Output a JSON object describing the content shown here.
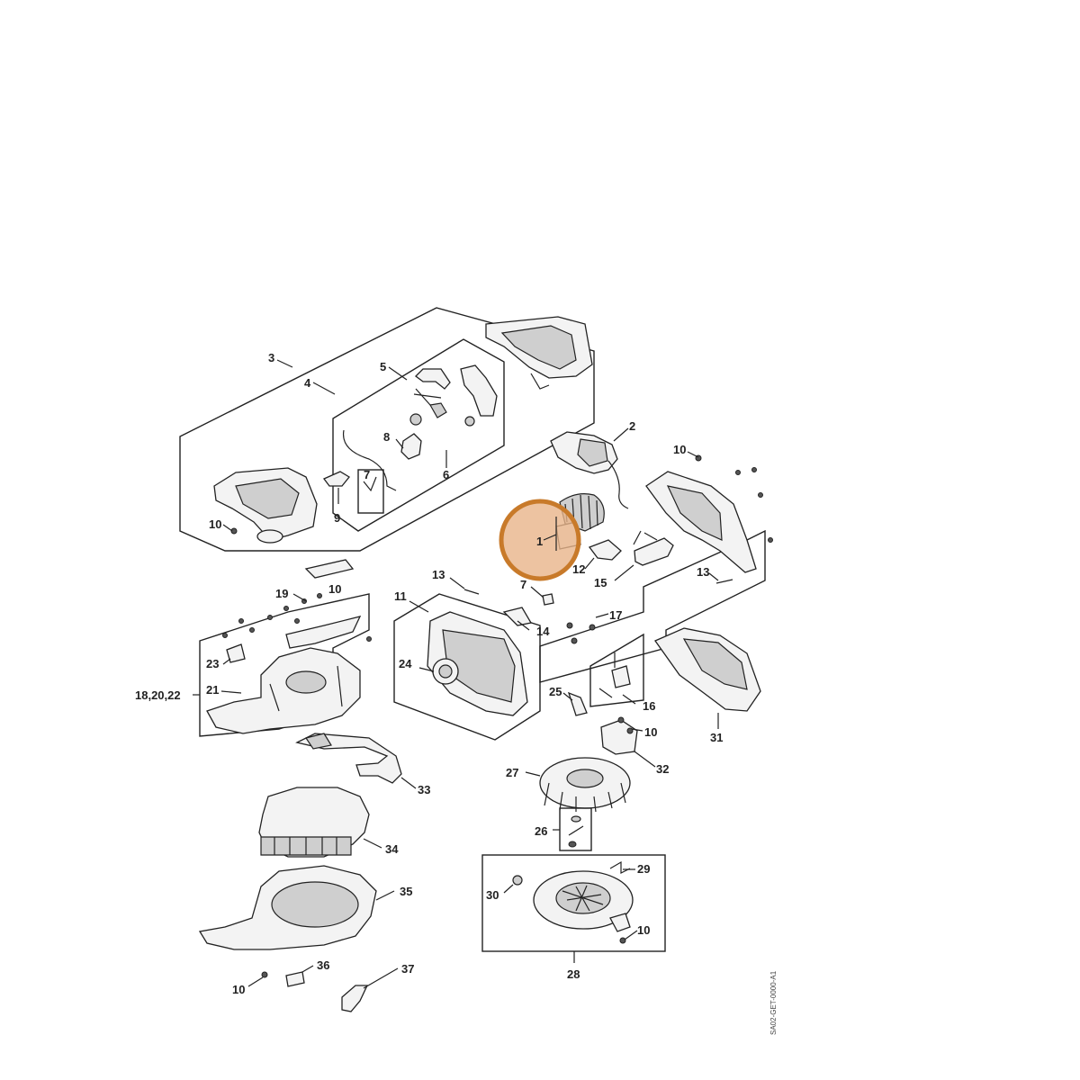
{
  "diagram": {
    "drawing_code": "SA02-GET-0000-A1",
    "highlight_color": "#c87a2a",
    "labels": {
      "p1": "1",
      "p2": "2",
      "p3": "3",
      "p4": "4",
      "p5": "5",
      "p6": "6",
      "p7a": "7",
      "p7b": "7",
      "p8": "8",
      "p9": "9",
      "p10a": "10",
      "p10b": "10",
      "p10c": "10",
      "p10d": "10",
      "p10e": "10",
      "p10f": "10",
      "p11": "11",
      "p12": "12",
      "p13a": "13",
      "p13b": "13",
      "p14": "14",
      "p15": "15",
      "p16": "16",
      "p17": "17",
      "p182022": "18,20,22",
      "p19": "19",
      "p21": "21",
      "p23": "23",
      "p24": "24",
      "p25": "25",
      "p26": "26",
      "p27": "27",
      "p28": "28",
      "p29": "29",
      "p30": "30",
      "p31": "31",
      "p32": "32",
      "p33": "33",
      "p34": "34",
      "p35": "35",
      "p36": "36",
      "p37": "37"
    }
  }
}
